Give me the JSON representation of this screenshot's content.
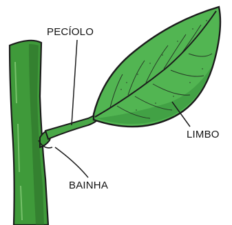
{
  "labels": {
    "peciolo": "PECÍOLO",
    "limbo": "LIMBO",
    "bainha": "BAINHA"
  },
  "colors": {
    "stem": "#3f9a3a",
    "stem_shadow": "#2c6e28",
    "leaf": "#52b552",
    "leaf_dark": "#2f8a35",
    "outline": "#1b1b1b"
  }
}
